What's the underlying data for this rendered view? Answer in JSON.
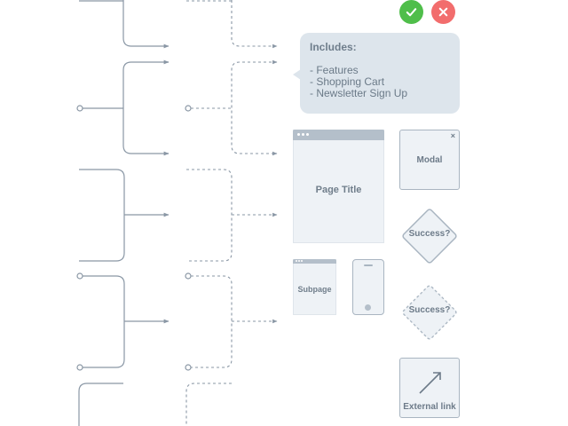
{
  "colors": {
    "connector": "#8a97a5",
    "dashed": "#8a97a5",
    "accept": "#4fbe4a",
    "reject": "#f26d6d",
    "callout_bg": "#dde5ec",
    "page_bg": "#eef2f6",
    "card_border": "#a9b5c1"
  },
  "actions": {
    "accept_icon": "check-icon",
    "reject_icon": "close-icon"
  },
  "callout": {
    "heading": "Includes:",
    "items": [
      "- Features",
      "- Shopping Cart",
      "- Newsletter Sign Up"
    ]
  },
  "shapes": {
    "page_title": "Page Title",
    "subpage": "Subpage",
    "modal": "Modal",
    "modal_close": "×",
    "success_solid": "Success?",
    "success_dashed": "Success?",
    "external_link": "External link",
    "external_link_icon": "arrow-up-right-icon",
    "mobile_icon": "mobile-phone-icon"
  }
}
